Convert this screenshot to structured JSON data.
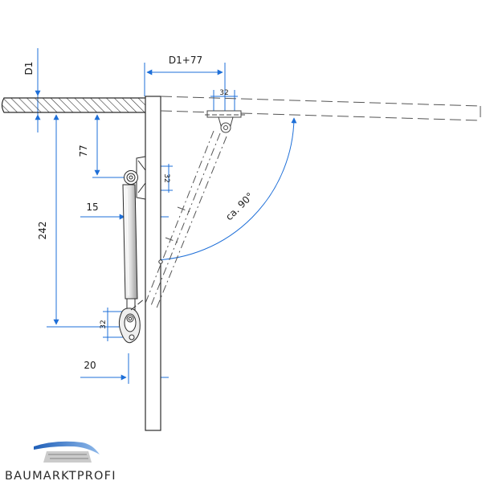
{
  "drawing": {
    "dimensions": {
      "d1": "D1",
      "d1_plus_77": "D1+77",
      "top_32": "32",
      "v77": "77",
      "mid_32": "32",
      "h15": "15",
      "v242": "242",
      "low_32": "32",
      "h20": "20"
    },
    "angle_label": "ca. 90°"
  },
  "brand": {
    "name": "BAUMARKTPROFI"
  },
  "colors": {
    "dimension_line": "#1e6fd8",
    "outline": "#2b2b2b",
    "phantom": "#555555"
  }
}
